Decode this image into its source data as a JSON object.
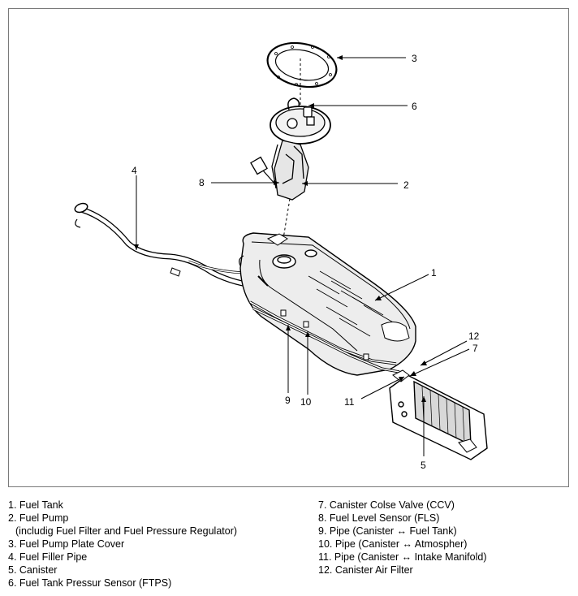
{
  "callouts": {
    "c1": "1",
    "c2": "2",
    "c3": "3",
    "c4": "4",
    "c5": "5",
    "c6": "6",
    "c7": "7",
    "c8": "8",
    "c9": "9",
    "c10": "10",
    "c11": "11",
    "c12": "12"
  },
  "legend": {
    "left": [
      "1. Fuel Tank",
      "2. Fuel Pump",
      "(includig Fuel Filter and Fuel Pressure Regulator)",
      "3. Fuel Pump Plate Cover",
      "4. Fuel Filler Pipe",
      "5. Canister",
      "6. Fuel Tank Pressur Sensor (FTPS)"
    ],
    "right": [
      "7. Canister Colse Valve (CCV)",
      "8. Fuel Level Sensor (FLS)",
      "9. Pipe (Canister ↔ Fuel Tank)",
      "10. Pipe (Canister ↔ Atmospher)",
      "11. Pipe (Canister ↔ Intake Manifold)",
      "12. Canister Air Filter"
    ]
  }
}
